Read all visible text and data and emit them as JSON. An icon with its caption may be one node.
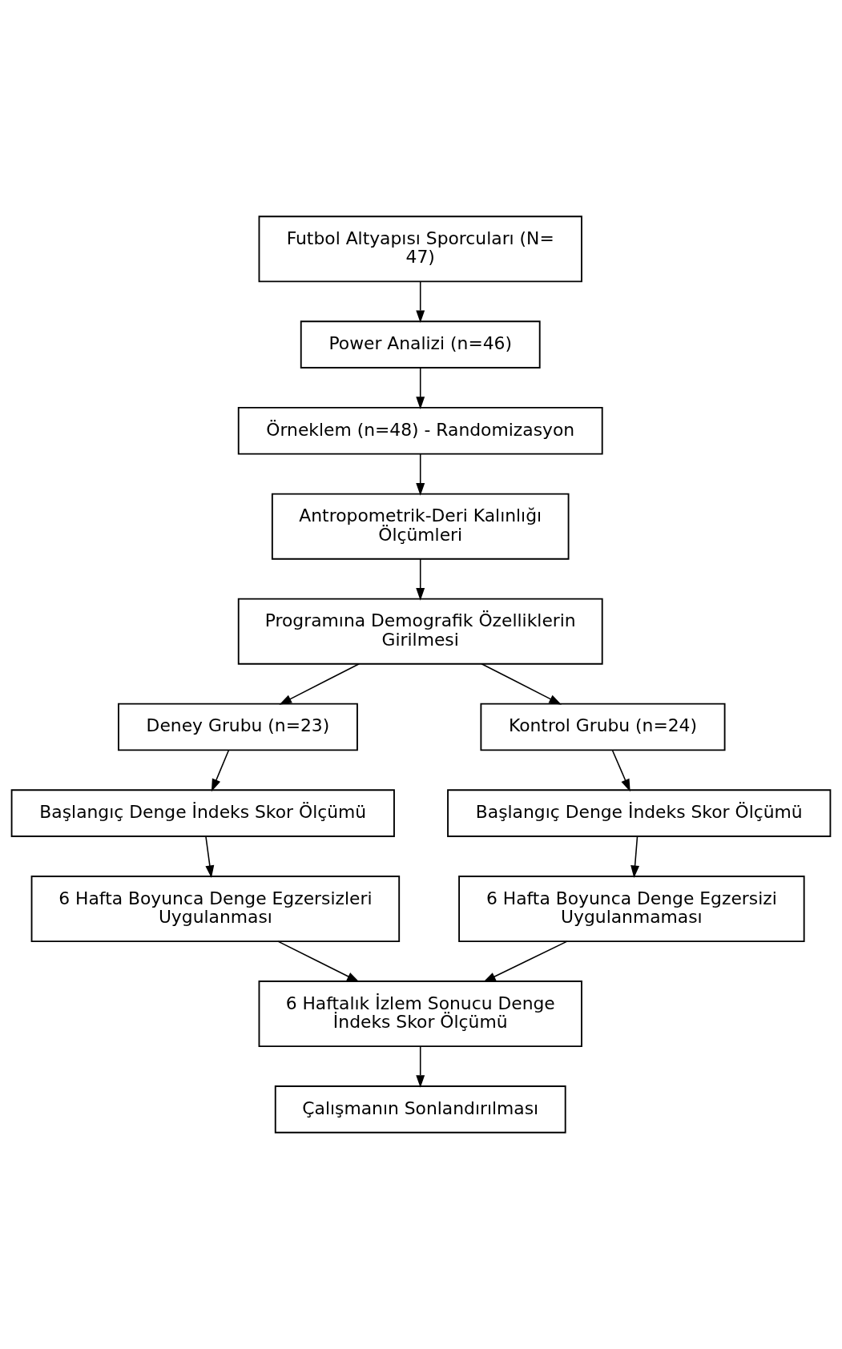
{
  "diagram": {
    "nodes": [
      {
        "text": [
          "Futbol Altyapısı Sporcuları (N= 47)"
        ]
      },
      {
        "text": [
          "Power Analizi (n=46)"
        ]
      },
      {
        "text": [
          "Örneklem (n=48) - Randomizasyon"
        ]
      },
      {
        "text": [
          "Antropometrik-Deri Kalınlığı Ölçümleri"
        ]
      },
      {
        "text": [
          "Programına Demografik Özelliklerin Girilmesi"
        ]
      },
      {
        "text": [
          "Deney Grubu (n=23)"
        ]
      },
      {
        "text": [
          "Kontrol Grubu (n=24)"
        ]
      },
      {
        "text": [
          "Başlangıç Denge İndeks Skor Ölçümü"
        ]
      },
      {
        "text": [
          "Başlangıç Denge İndeks Skor Ölçümü"
        ]
      },
      {
        "text": [
          "6 Hafta Boyunca Denge Egzersizleri Uygulanması"
        ]
      },
      {
        "text": [
          "6 Hafta Boyunca Denge Egzersizi Uygulanmaması"
        ]
      },
      {
        "text": [
          "6 Haftalık İzlem Sonucu Denge İndeks Skor Ölçümü"
        ]
      },
      {
        "text": [
          "Çalışmanın Sonlandırılması"
        ]
      }
    ],
    "edges": [
      {
        "from": 0,
        "to": 1,
        "arrow": "to"
      },
      {
        "from": 1,
        "to": 2,
        "arrow": "to"
      },
      {
        "from": 2,
        "to": 3,
        "arrow": "to"
      },
      {
        "from": 3,
        "to": 4,
        "arrow": "to"
      },
      {
        "from": 4,
        "to": 5,
        "arrow": "to"
      },
      {
        "from": 4,
        "to": 6,
        "arrow": "to"
      },
      {
        "from": 5,
        "to": 7,
        "arrow": "to"
      },
      {
        "from": 6,
        "to": 8,
        "arrow": "to"
      },
      {
        "from": 7,
        "to": 9,
        "arrow": "to"
      },
      {
        "from": 8,
        "to": 10,
        "arrow": "to"
      },
      {
        "from": 9,
        "to": 11,
        "arrow": "to"
      },
      {
        "from": 10,
        "to": 11,
        "arrow": "to"
      },
      {
        "from": 11,
        "to": 12,
        "arrow": "to"
      }
    ]
  }
}
